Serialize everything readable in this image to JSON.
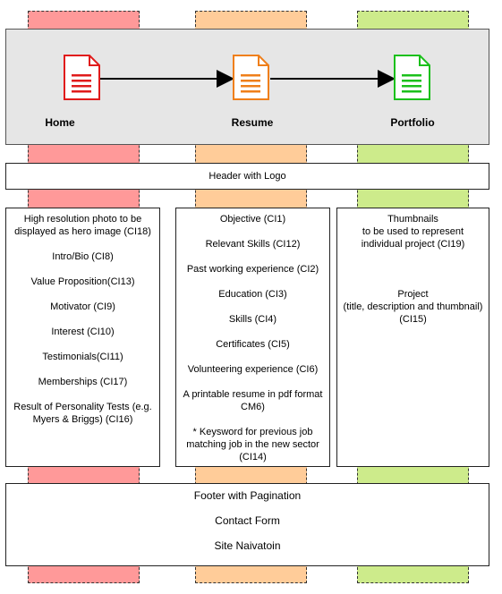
{
  "pages": [
    {
      "label": "Home",
      "color": "#e01b1b"
    },
    {
      "label": "Resume",
      "color": "#ef7f1a"
    },
    {
      "label": "Portfolio",
      "color": "#1bc01b"
    }
  ],
  "header": {
    "label": "Header with Logo"
  },
  "columns": {
    "home": [
      "High resolution photo to be displayed as hero image (CI18)",
      "Intro/Bio (CI8)",
      "Value Proposition(CI13)",
      "Motivator (CI9)",
      "Interest (CI10)",
      "Testimonials(CI11)",
      "Memberships (CI17)",
      "Result of Personality Tests (e.g. Myers & Briggs) (CI16)"
    ],
    "resume": [
      "Objective (CI1)",
      "Relevant Skills (CI12)",
      "Past working experience (CI2)",
      "Education (CI3)",
      "Skills (CI4)",
      "Certificates (CI5)",
      "Volunteering experience (CI6)",
      "A printable resume in pdf format CM6)",
      "* Keysword for previous job matching job in the new sector (CI14)"
    ],
    "portfolio": [
      "Thumbnails\nto be used to represent individual project (CI19)",
      "Project\n(title, description and thumbnail)\n(CI15)"
    ]
  },
  "footer": {
    "lines": [
      "Footer with Pagination",
      "Contact Form",
      "Site Naivatoin"
    ]
  }
}
